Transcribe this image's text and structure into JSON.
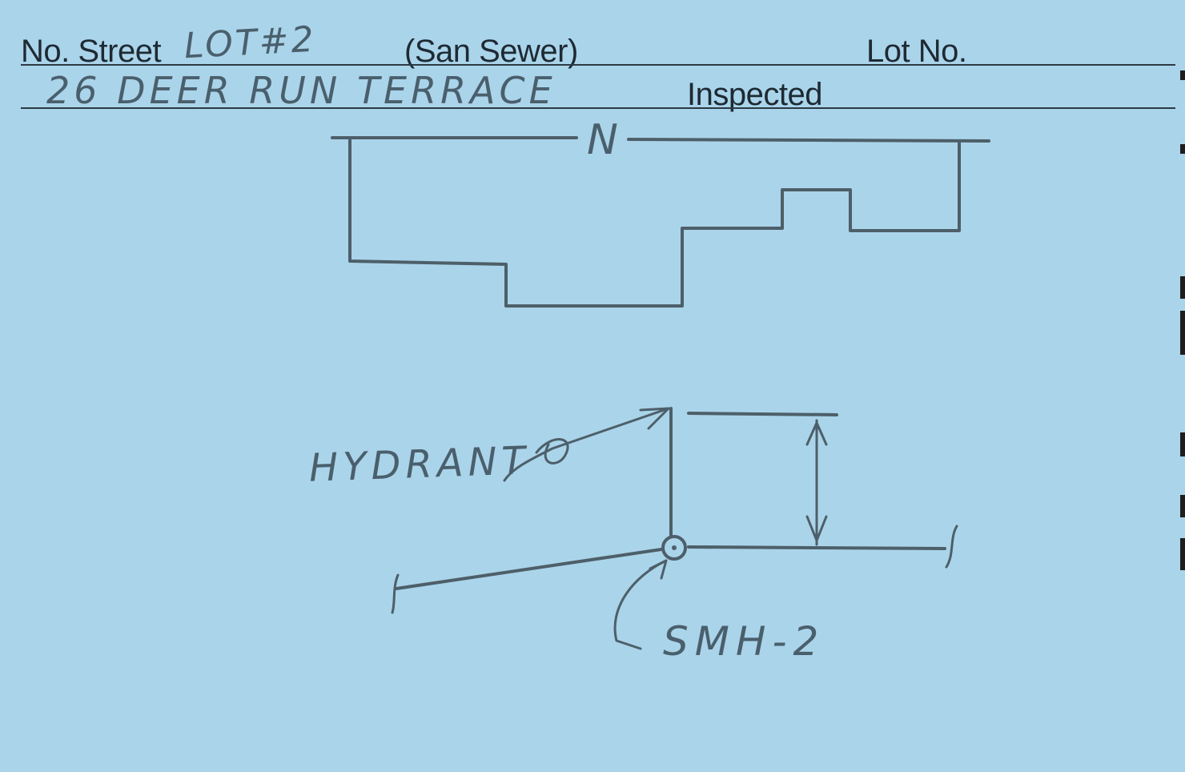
{
  "form": {
    "street_label": "No. Street",
    "sewer_label": "(San Sewer)",
    "lot_label": "Lot No.",
    "inspected_label": "Inspected"
  },
  "handwriting": {
    "lot_entry": "LOT#2",
    "address": "26 DEER RUN TERRACE",
    "north_mark": "N",
    "hydrant_label": "HYDRANT",
    "manhole_label": "SMH-2"
  },
  "colors": {
    "card": "#aad4ea",
    "print": "#1e2a33",
    "pencil": "#4d5f69"
  }
}
